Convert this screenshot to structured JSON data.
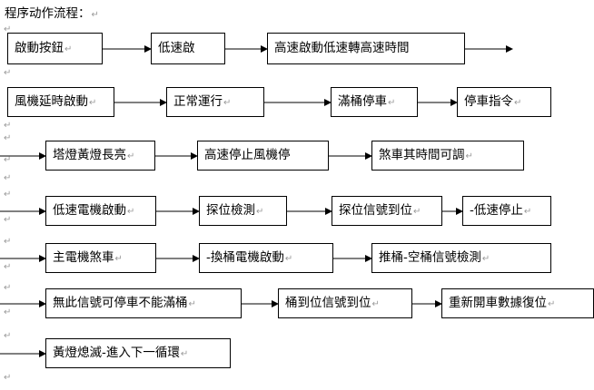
{
  "document": {
    "title": "程序动作流程：",
    "paragraph_mark": "↵",
    "colors": {
      "box_border": "#000000",
      "connector": "#000000",
      "paragraph_mark": "#9a9a9a",
      "background": "#ffffff"
    }
  },
  "flow": {
    "type": "flowchart",
    "rows": [
      {
        "row": 1,
        "nodes": [
          {
            "label": "啟動按鈕",
            "mark": "↵"
          },
          {
            "label": "低速啟",
            "mark": ""
          },
          {
            "label": "高速啟動低速轉高速時間",
            "mark": ""
          }
        ],
        "trailing_arrow": true
      },
      {
        "row": 2,
        "nodes": [
          {
            "label": "風機延時啟動",
            "mark": "↵"
          },
          {
            "label": "正常運行",
            "mark": "↵"
          },
          {
            "label": "滿桶停車",
            "mark": "↵"
          },
          {
            "label": "停車指令",
            "mark": "↵"
          }
        ],
        "trailing_arrow": false
      },
      {
        "row": 3,
        "nodes": [
          {
            "label": "塔燈黃燈長亮",
            "mark": "↵"
          },
          {
            "label": "高速停止風機停",
            "mark": ""
          },
          {
            "label": "煞車其時間可調",
            "mark": "↵"
          }
        ],
        "trailing_arrow": false
      },
      {
        "row": 4,
        "nodes": [
          {
            "label": "低速電機啟動",
            "mark": "↵"
          },
          {
            "label": "探位檢測",
            "mark": "↵"
          },
          {
            "label": "探位信號到位",
            "mark": "↵"
          },
          {
            "label": "-低速停止",
            "mark": "↵"
          }
        ],
        "trailing_arrow": false
      },
      {
        "row": 5,
        "nodes": [
          {
            "label": "主電機煞車",
            "mark": "↵"
          },
          {
            "label": "-換桶電機啟動",
            "mark": "↵"
          },
          {
            "label": "推桶-空桶信號檢測",
            "mark": "↵"
          }
        ],
        "trailing_arrow": false
      },
      {
        "row": 6,
        "nodes": [
          {
            "label": "無此信號可停車不能滿桶",
            "mark": "↵"
          },
          {
            "label": "桶到位信號到位",
            "mark": "↵"
          },
          {
            "label": "重新開車數據復位",
            "mark": "↵"
          }
        ],
        "trailing_arrow": false
      },
      {
        "row": 7,
        "nodes": [
          {
            "label": "黃燈熄滅-進入下一循環",
            "mark": "↵"
          }
        ],
        "trailing_arrow": false
      }
    ]
  },
  "margin_marks": [
    "↵",
    "↵",
    "↵",
    "↵",
    "↵",
    "↵",
    "↵",
    "↵",
    "↵",
    "↵",
    "↵",
    "↵",
    "↵",
    "↵"
  ]
}
